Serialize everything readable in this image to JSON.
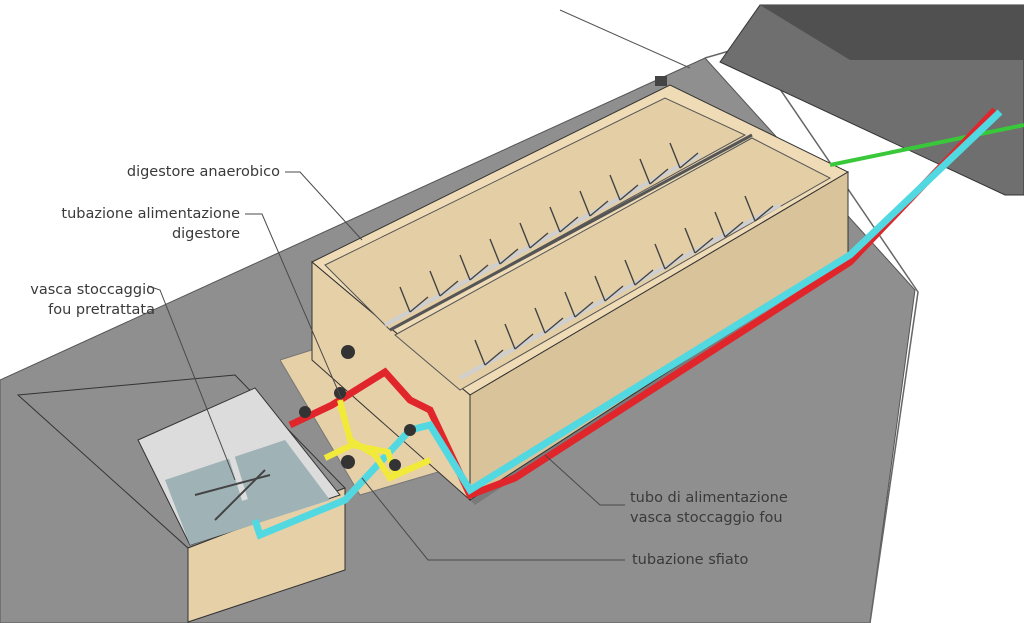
{
  "labels": {
    "digester": "digestore anaerobico",
    "feed_pipe_line1": "tubazione alimentazione",
    "feed_pipe_line2": "digestore",
    "storage_tank_line1": "vasca stoccaggio",
    "storage_tank_line2": "fou pretrattata",
    "supply_pipe_line1": "tubo di alimentazione",
    "supply_pipe_line2": "vasca stoccaggio fou",
    "vent_pipe": "tubazione sfiato"
  },
  "colors": {
    "ground": "#8f8f8f",
    "tank_wall": "#e6d0a8",
    "tank_wall_dark": "#c7ae84",
    "tank_inside": "#efdcb6",
    "pipe_red": "#e0252b",
    "pipe_cyan": "#52d8e0",
    "pipe_yellow": "#f2ea3a",
    "pipe_green": "#39c83a",
    "storage_water": "#9fb3b6",
    "leader_line": "#4a4a4a"
  }
}
